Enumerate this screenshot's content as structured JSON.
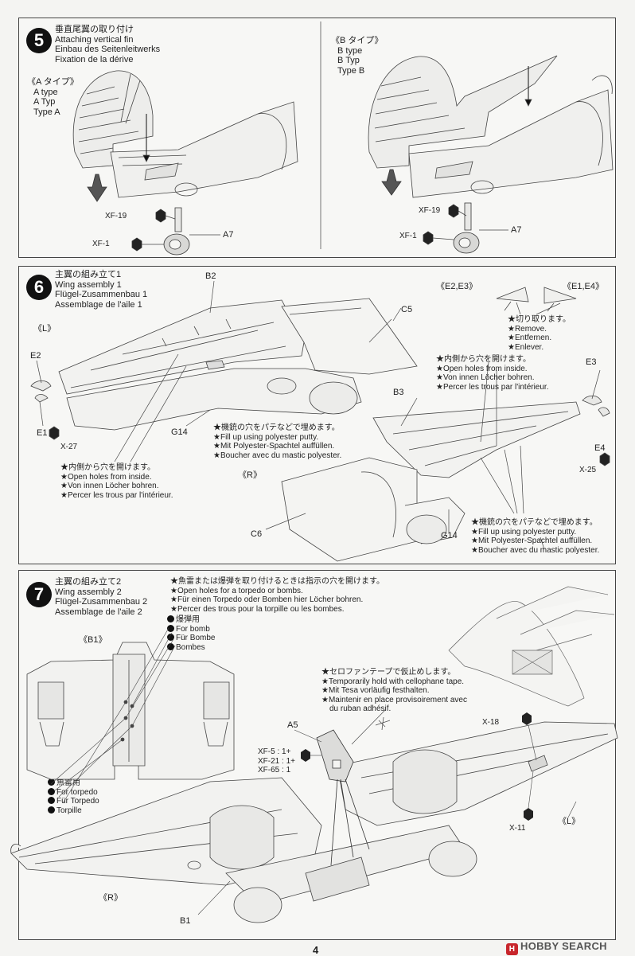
{
  "page_number": "4",
  "watermark": "HOBBY SEARCH",
  "step5": {
    "number": "5",
    "title_ja": "垂直尾翼の取り付け",
    "title_en": "Attaching vertical fin",
    "title_de": "Einbau des Seitenleitwerks",
    "title_fr": "Fixation de la dérive",
    "type_a": {
      "title": "《A タイプ》",
      "en": "A type",
      "de": "A Typ",
      "fr": "Type A"
    },
    "type_b": {
      "title": "《B タイプ》",
      "en": "B type",
      "de": "B Typ",
      "fr": "Type B"
    },
    "parts": {
      "xf19": "XF-19",
      "xf1": "XF-1",
      "a7": "A7"
    }
  },
  "step6": {
    "number": "6",
    "title_ja": "主翼の組み立て1",
    "title_en": "Wing assembly 1",
    "title_de": "Flügel-Zusammenbau 1",
    "title_fr": "Assemblage de l'aile 1",
    "left_label": "《L》",
    "right_label": "《R》",
    "e_options": {
      "left": "《E2,E3》",
      "right": "《E1,E4》"
    },
    "remove_note": [
      "★切り取ります。",
      "★Remove.",
      "★Entfernen.",
      "★Enlever."
    ],
    "holes_note": [
      "★内側から穴を開けます。",
      "★Open holes from inside.",
      "★Von innen Löcher bohren.",
      "★Percer les trous par l'intérieur."
    ],
    "putty_note": [
      "★機銃の穴をパテなどで埋めます。",
      "★Fill up using polyester putty.",
      "★Mit Polyester-Spachtel auffüllen.",
      "★Boucher avec du mastic polyester."
    ],
    "parts": {
      "b2": "B2",
      "c5": "C5",
      "e2": "E2",
      "e1": "E1",
      "x27": "X-27",
      "g14": "G14",
      "e3": "E3",
      "b3": "B3",
      "e4": "E4",
      "x25": "X-25",
      "c6": "C6"
    }
  },
  "step7": {
    "number": "7",
    "title_ja": "主翼の組み立て2",
    "title_en": "Wing assembly 2",
    "title_de": "Flügel-Zusammenbau 2",
    "title_fr": "Assemblage de l'aile 2",
    "holes_note": [
      "★魚雷または爆弾を取り付けるときは指示の穴を開けます。",
      "★Open holes for a torpedo or bombs.",
      "★Für einen Torpedo oder Bomben hier Löcher bohren.",
      "★Percer des trous pour la torpille ou les bombes."
    ],
    "bomb_note": [
      "爆弾用",
      "For bomb",
      "Für Bombe",
      "Bombes"
    ],
    "b1_label": "《B1》",
    "torpedo_note": [
      "魚雷用",
      "For torpedo",
      "Für Torpedo",
      "Torpille"
    ],
    "tape_note": [
      "★セロファンテープで仮止めします。",
      "★Temporarily hold with cellophane tape.",
      "★Mit Tesa vorläufig festhalten.",
      "★Maintenir en place provisoirement avec",
      "du ruban adhésif."
    ],
    "paints": [
      "XF-5 : 1+",
      "XF-21 : 1+",
      "XF-65 : 1"
    ],
    "parts": {
      "a5": "A5",
      "x18": "X-18",
      "x11": "X-11",
      "b1": "B1"
    },
    "left_label": "《L》",
    "right_label": "《R》"
  }
}
